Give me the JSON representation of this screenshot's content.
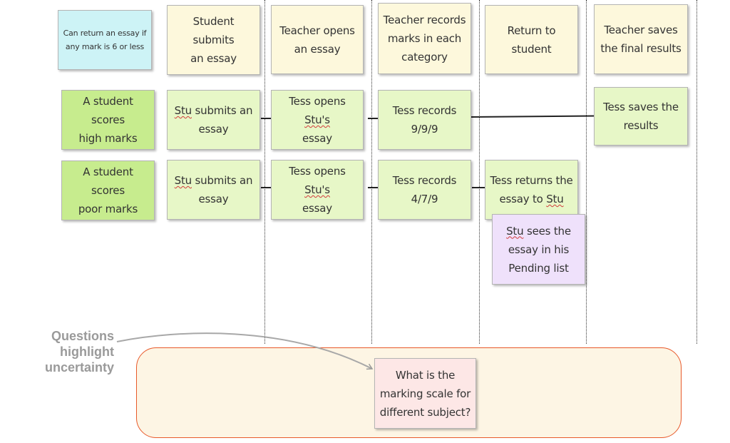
{
  "header_row": {
    "rule": "Can return an essay if any mark is 6 or less",
    "steps": [
      "Student submits\nan essay",
      "Teacher opens\nan essay",
      "Teacher records\nmarks in each\ncategory",
      "Return to\nstudent",
      "Teacher saves\nthe final results"
    ]
  },
  "example_high": {
    "label": "A student scores\nhigh marks",
    "submit": "submits an\nessay",
    "open_prefix": "Tess opens ",
    "open_suffix": "\nessay",
    "record": "Tess records\n9/9/9",
    "save": "Tess saves the\nresults"
  },
  "example_poor": {
    "label": "A student scores\npoor marks",
    "submit": "submits an\nessay",
    "open_prefix": "Tess opens ",
    "open_suffix": "\nessay",
    "record": "Tess records\n4/7/9",
    "return": "Tess returns the\nessay to ",
    "pending_suffix": " sees the\nessay in his\nPending list"
  },
  "names": {
    "stu": "Stu",
    "stus": "Stu's"
  },
  "callout": {
    "label": "Questions\nhighlight\nuncertainty"
  },
  "question": {
    "text": "What is the\nmarking scale for\ndifferent subject?"
  },
  "colors": {
    "header_note": "#fdf8dc",
    "rule_note": "#cdf3f6",
    "example_label": "#c7ec8e",
    "example_step": "#e7f7c7",
    "pending_note": "#efe1fb",
    "question_note": "#fde7e6",
    "question_region_border": "#e8592a",
    "question_region_fill": "#fdf5e4",
    "callout_text": "#9a9a9a"
  }
}
